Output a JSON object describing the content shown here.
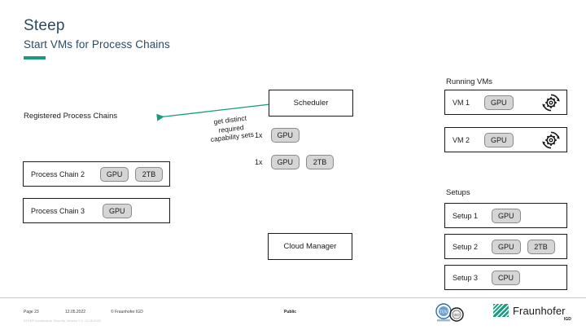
{
  "slide": {
    "title": "Steep",
    "subtitle": "Start VMs for Process Chains",
    "accent_color": "#179c7d",
    "title_color": "#2b4a63"
  },
  "left_panel": {
    "heading": "Registered Process Chains",
    "process_chains": [
      {
        "name": "Process Chain 2",
        "chips": [
          "GPU",
          "2TB"
        ]
      },
      {
        "name": "Process Chain 3",
        "chips": [
          "GPU"
        ]
      }
    ]
  },
  "center": {
    "scheduler_label": "Scheduler",
    "cloud_manager_label": "Cloud Manager",
    "arrow_caption": "get distinct\nrequired\ncapability sets",
    "arrow_caption_lines": [
      "get distinct",
      "required",
      "capability sets"
    ],
    "arrow_color": "#179c7d",
    "capability_requests": [
      {
        "count": "1x",
        "chips": [
          "GPU"
        ]
      },
      {
        "count": "1x",
        "chips": [
          "GPU",
          "2TB"
        ]
      }
    ]
  },
  "right_panel": {
    "running_vms_heading": "Running VMs",
    "vms": [
      {
        "name": "VM 1",
        "chips": [
          "GPU"
        ],
        "icon": "gear-processing-icon"
      },
      {
        "name": "VM 2",
        "chips": [
          "GPU"
        ],
        "icon": "gear-processing-icon"
      }
    ],
    "setups_heading": "Setups",
    "setups": [
      {
        "name": "Setup 1",
        "chips": [
          "GPU"
        ]
      },
      {
        "name": "Setup 2",
        "chips": [
          "GPU",
          "2TB"
        ]
      },
      {
        "name": "Setup 3",
        "chips": [
          "CPU"
        ]
      }
    ]
  },
  "footer": {
    "page": "Page 23",
    "date": "12.05.2022",
    "copyright": "© Fraunhofer IGD",
    "classification": "Public",
    "fineprint": "STEEP Architecture Security, Version 1.0, 12.05.2022",
    "logo_word": "Fraunhofer",
    "logo_sub": "IGD",
    "logo_color": "#179c7d"
  }
}
